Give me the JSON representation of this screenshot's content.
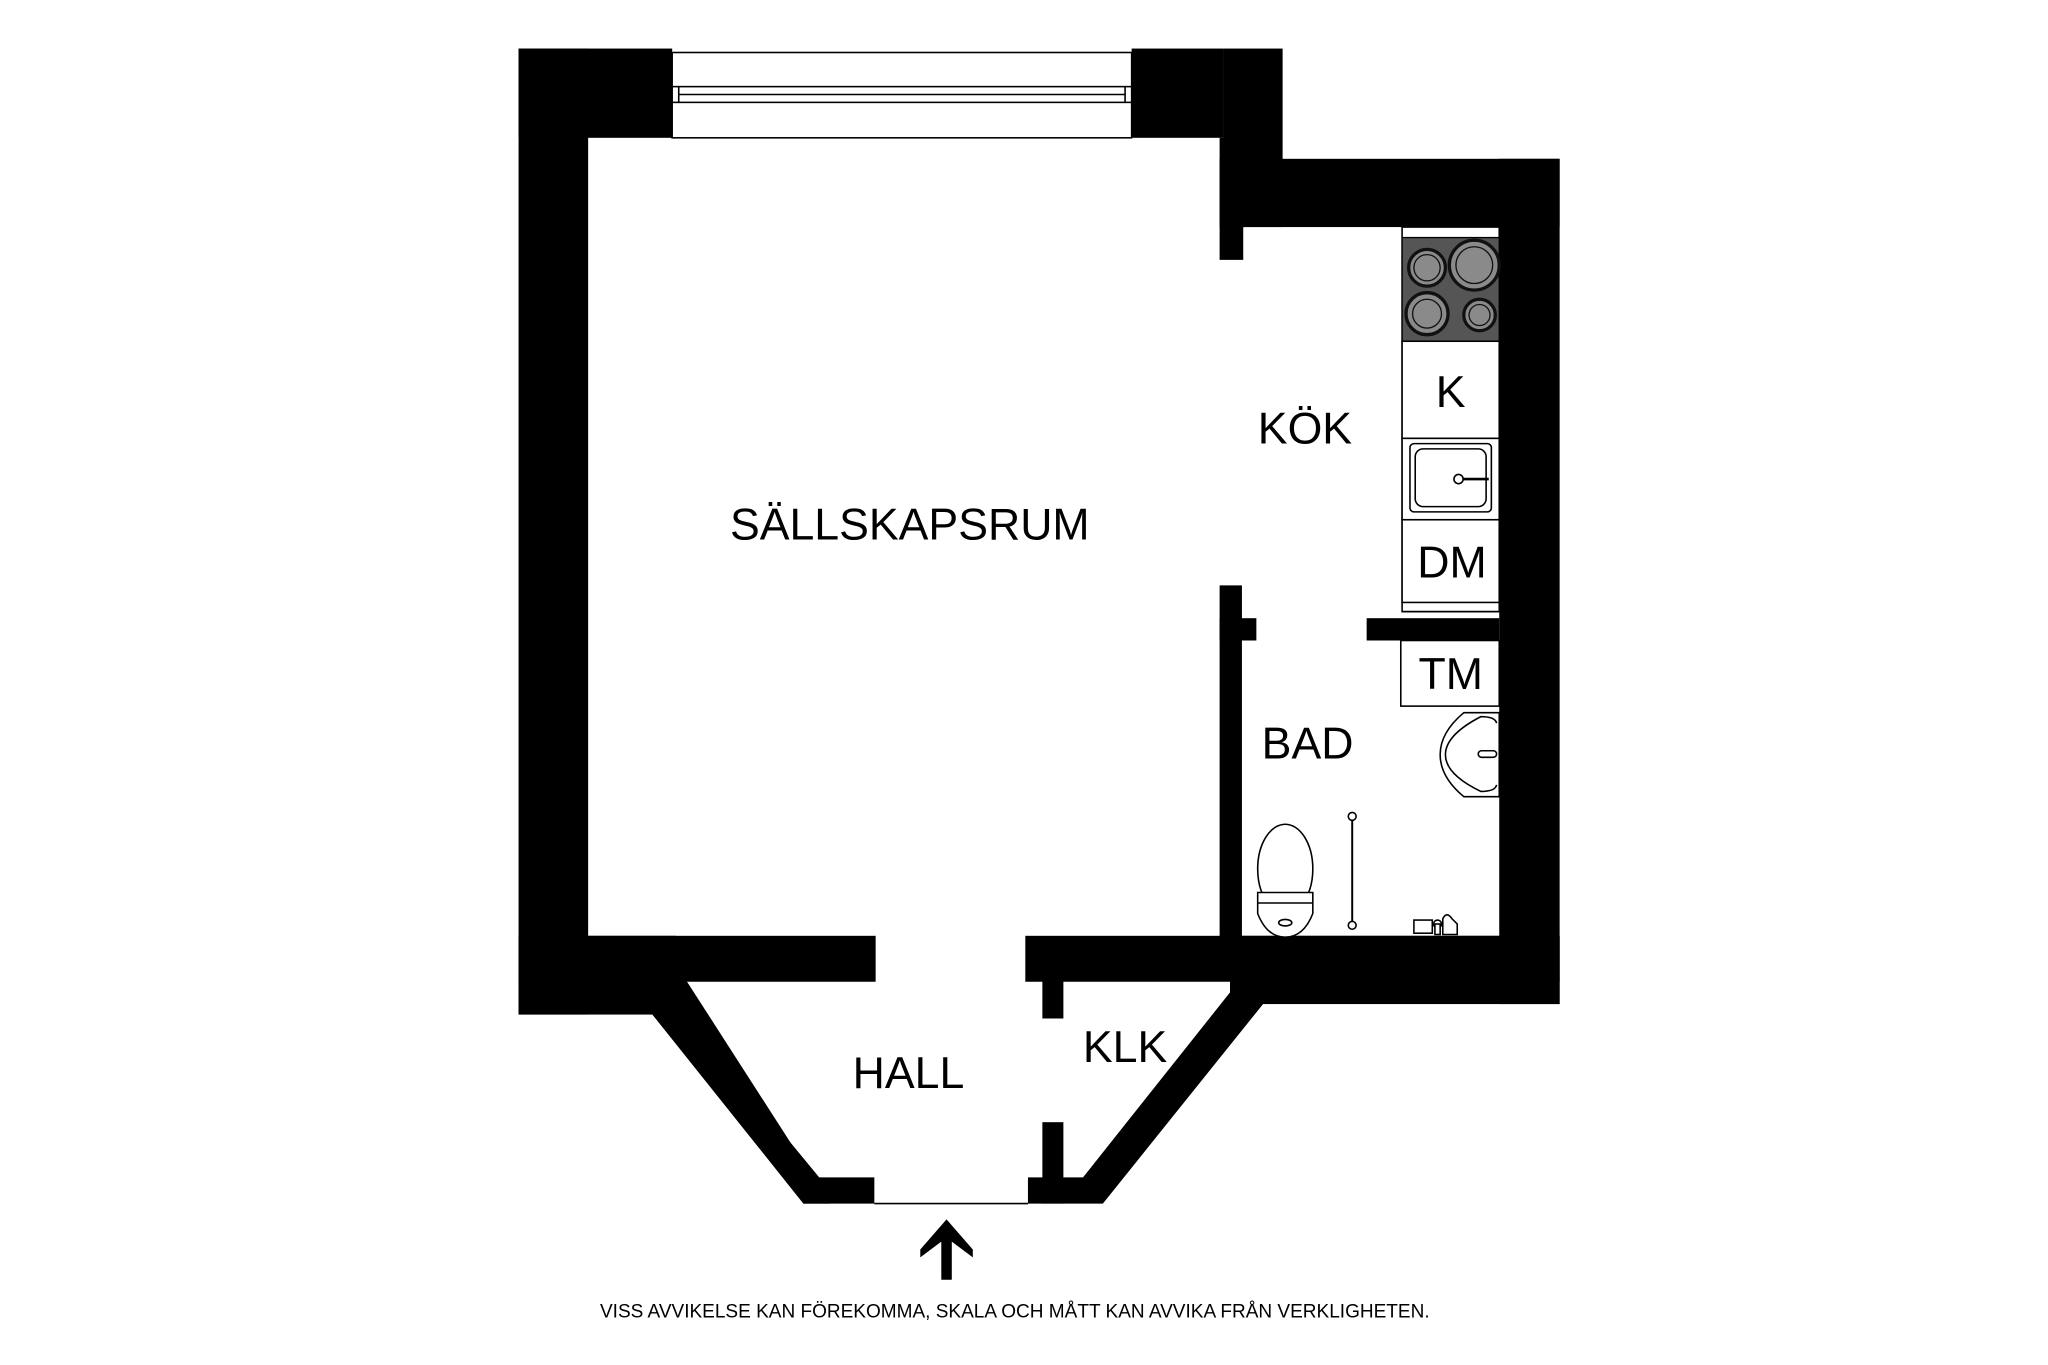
{
  "plan": {
    "rooms": [
      {
        "id": "living",
        "label": "SÄLLSKAPSRUM"
      },
      {
        "id": "kitchen",
        "label": "KÖK"
      },
      {
        "id": "bath",
        "label": "BAD"
      },
      {
        "id": "hall",
        "label": "HALL"
      },
      {
        "id": "closet",
        "label": "KLK"
      }
    ],
    "fixtures": {
      "fridge": "K",
      "dishwasher": "DM",
      "washer": "TM",
      "stove": "stove-icon",
      "sink": "kitchen-sink-icon",
      "washbasin": "washbasin-icon",
      "toilet": "toilet-icon",
      "shower": "shower-rod-icon",
      "faucet": "shower-faucet-icon"
    },
    "entrance": "entrance-arrow-icon",
    "colors": {
      "wall": "#000000",
      "stove": "#555555",
      "burner": "#8a8a8a",
      "background": "#ffffff"
    }
  },
  "footer": {
    "disclaimer": "VISS AVVIKELSE KAN FÖREKOMMA, SKALA OCH MÅTT KAN AVVIKA FRÅN VERKLIGHETEN."
  }
}
